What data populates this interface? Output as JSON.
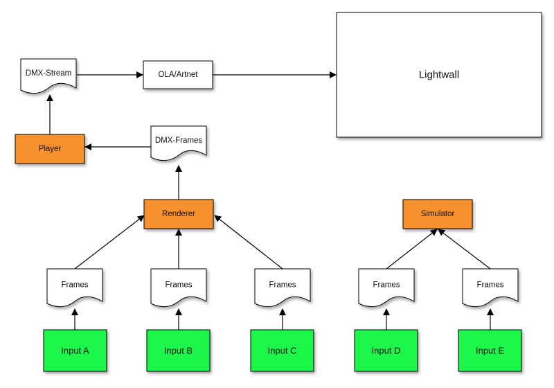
{
  "nodes": {
    "dmx_stream": {
      "label": "DMX-Stream",
      "kind": "document"
    },
    "ola_artnet": {
      "label": "OLA/Artnet",
      "kind": "process"
    },
    "lightwall": {
      "label": "Lightwall",
      "kind": "device"
    },
    "player": {
      "label": "Player",
      "kind": "component"
    },
    "dmx_frames": {
      "label": "DMX-Frames",
      "kind": "document"
    },
    "renderer": {
      "label": "Renderer",
      "kind": "component"
    },
    "simulator": {
      "label": "Simulator",
      "kind": "component"
    },
    "frames_a": {
      "label": "Frames",
      "kind": "document"
    },
    "frames_b": {
      "label": "Frames",
      "kind": "document"
    },
    "frames_c": {
      "label": "Frames",
      "kind": "document"
    },
    "frames_d": {
      "label": "Frames",
      "kind": "document"
    },
    "frames_e": {
      "label": "Frames",
      "kind": "document"
    },
    "input_a": {
      "label": "Input A",
      "kind": "input"
    },
    "input_b": {
      "label": "Input B",
      "kind": "input"
    },
    "input_c": {
      "label": "Input C",
      "kind": "input"
    },
    "input_d": {
      "label": "Input D",
      "kind": "input"
    },
    "input_e": {
      "label": "Input E",
      "kind": "input"
    }
  },
  "edges": [
    {
      "from": "input_a",
      "to": "frames_a"
    },
    {
      "from": "input_b",
      "to": "frames_b"
    },
    {
      "from": "input_c",
      "to": "frames_c"
    },
    {
      "from": "input_d",
      "to": "frames_d"
    },
    {
      "from": "input_e",
      "to": "frames_e"
    },
    {
      "from": "frames_a",
      "to": "renderer"
    },
    {
      "from": "frames_b",
      "to": "renderer"
    },
    {
      "from": "frames_c",
      "to": "renderer"
    },
    {
      "from": "frames_d",
      "to": "simulator"
    },
    {
      "from": "frames_e",
      "to": "simulator"
    },
    {
      "from": "renderer",
      "to": "dmx_frames"
    },
    {
      "from": "dmx_frames",
      "to": "player"
    },
    {
      "from": "player",
      "to": "dmx_stream"
    },
    {
      "from": "dmx_stream",
      "to": "ola_artnet"
    },
    {
      "from": "ola_artnet",
      "to": "lightwall"
    }
  ],
  "colors": {
    "component_fill": "#f7912e",
    "input_fill": "#1ef548",
    "document_fill": "#ffffff",
    "stroke": "#000000"
  }
}
